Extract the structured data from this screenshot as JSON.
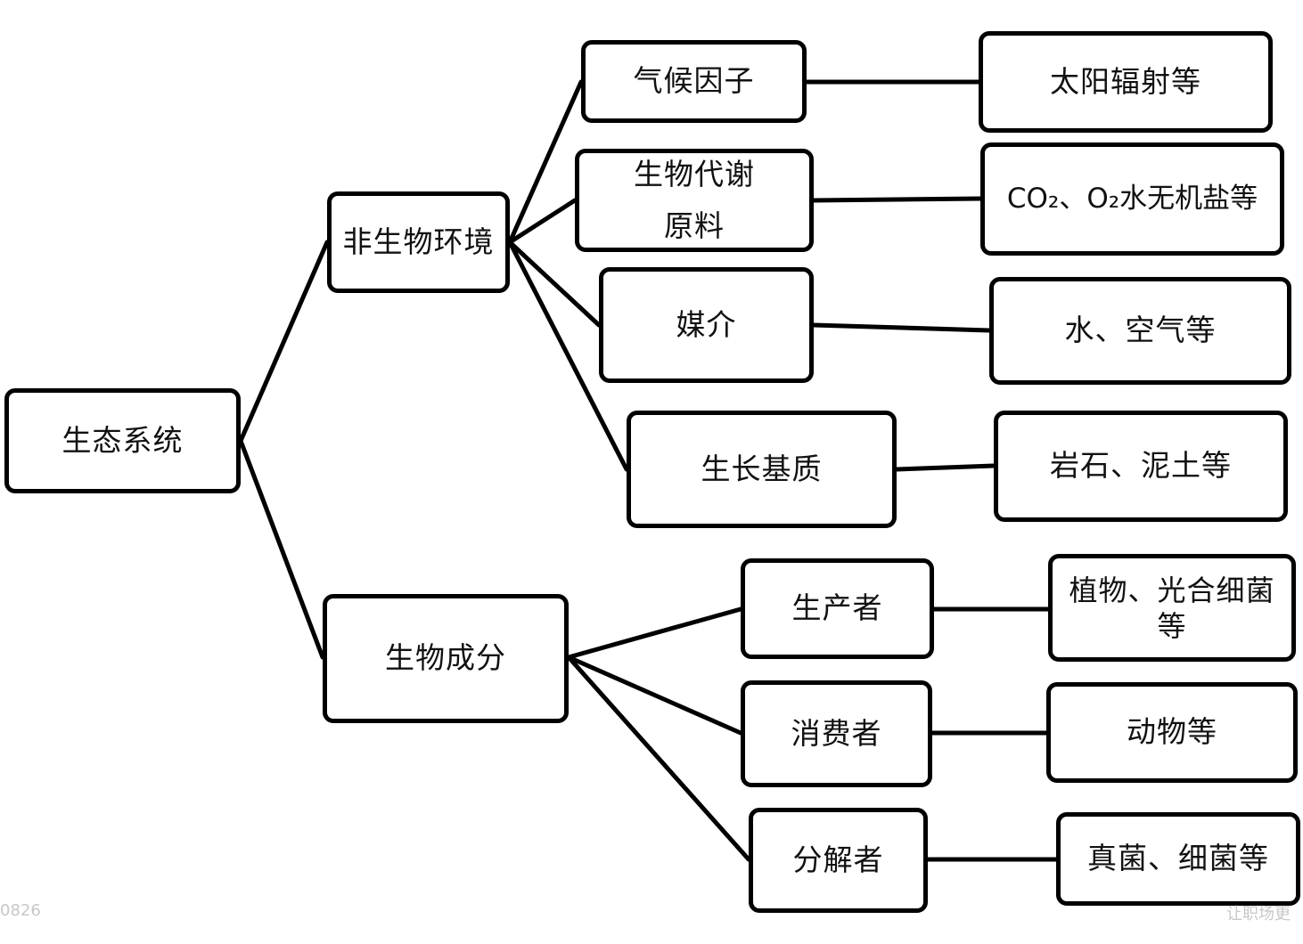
{
  "nodes": {
    "root": "生态系统",
    "abiotic": "非生物环境",
    "biotic": "生物成分",
    "climate": "气候因子",
    "metabolism_line1": "生物代谢",
    "metabolism_line2": "原料",
    "medium": "媒介",
    "substrate": "生长基质",
    "producer": "生产者",
    "consumer": "消费者",
    "decomposer": "分解者",
    "climate_ex": "太阳辐射等",
    "metabolism_ex": "CO₂、O₂水无机盐等",
    "medium_ex": "水、空气等",
    "substrate_ex": "岩石、泥土等",
    "producer_ex_line1": "植物、光合细菌",
    "producer_ex_line2": "等",
    "consumer_ex": "动物等",
    "decomposer_ex": "真菌、细菌等"
  },
  "watermarks": {
    "left": "0826",
    "right": "让职场更"
  }
}
